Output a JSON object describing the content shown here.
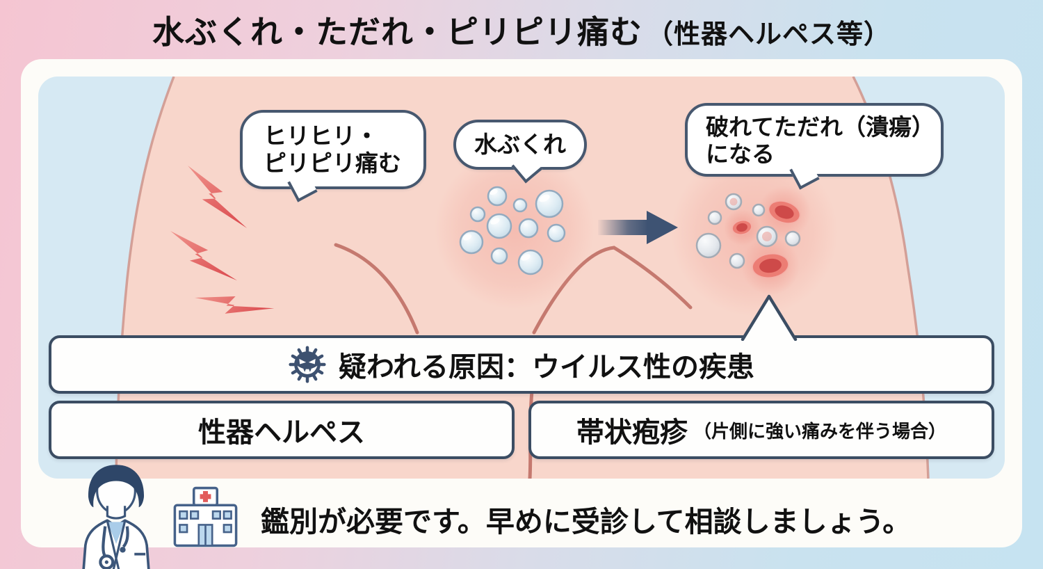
{
  "title": {
    "main": "水ぶくれ・ただれ・ピリピリ痛む",
    "sub": "（性器ヘルペス等）"
  },
  "bubbles": {
    "pain": {
      "line1": "ヒリヒリ・",
      "line2": "ピリピリ痛む"
    },
    "blister": {
      "label": "水ぶくれ"
    },
    "ulcer": {
      "line1": "破れてただれ（潰瘍）",
      "line2": "になる"
    }
  },
  "cause_box": {
    "icon": "virus-icon",
    "label": "疑われる原因：ウイルス性の疾患"
  },
  "disease_boxes": {
    "left": {
      "label": "性器ヘルペス"
    },
    "right": {
      "label": "帯状疱疹",
      "note": "（片側に強い痛みを伴う場合）"
    }
  },
  "footer": {
    "icons": [
      "doctor-icon",
      "hospital-icon"
    ],
    "message": "鑑別が必要です。早めに受診して相談しましょう。"
  },
  "icons": {
    "virus-icon": "dark navy virus ball with evil grin",
    "doctor-icon": "doctor with stethoscope",
    "hospital-icon": "hospital building with red cross",
    "pain-marks-icon": "red lightning pain flashes",
    "arrow-icon": "navy right arrow"
  },
  "colors": {
    "background_left": "#f5c5d2",
    "background_right": "#c6e3f1",
    "panel": "#fdfcf8",
    "illustration_bg": "#d6e9f3",
    "skin": "#f8d6cb",
    "outline_navy": "#3b4d63",
    "pain_red": "#da474c",
    "arrow_navy": "#3e5373",
    "cross_red": "#e25b5b"
  }
}
